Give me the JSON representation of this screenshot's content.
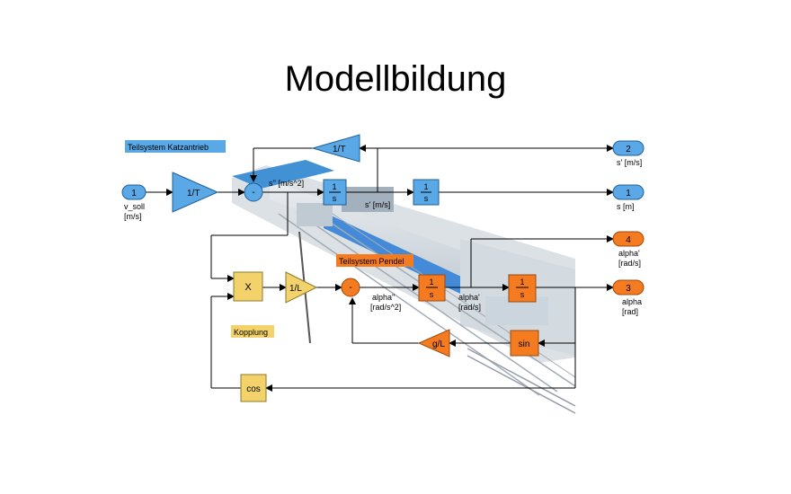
{
  "title": "Modellbildung",
  "colors": {
    "blue": "#5aa9e6",
    "orange": "#f47b20",
    "yellow": "#f3d26b",
    "line": "#000000",
    "label_blue_bg": "#5aa9e6",
    "label_orange_bg": "#f47b20",
    "label_yellow_bg": "#f3d26b"
  },
  "groups": {
    "katzantrieb": "Teilsystem Katzantrieb",
    "pendel": "Teilsystem Pendel",
    "kopplung": "Kopplung"
  },
  "blocks": {
    "in1": "1",
    "gain_1T": "1/T",
    "fb_1T": "1/T",
    "int1_num": "1",
    "int1_den": "s",
    "int2_num": "1",
    "int2_den": "s",
    "mult": "X",
    "gain_1L": "1/L",
    "int3_num": "1",
    "int3_den": "s",
    "int4_num": "1",
    "int4_den": "s",
    "gL": "g/L",
    "sin": "sin",
    "cos": "cos",
    "out2": "2",
    "out1": "1",
    "out4": "4",
    "out3": "3"
  },
  "labels": {
    "v_soll": "v_soll",
    "v_soll_unit": "[m/s]",
    "s_dd": "s'' [m/s^2]",
    "s_d_mid": "s' [m/s]",
    "s_d_out": "s' [m/s]",
    "s_out": "s [m]",
    "alpha_dd": "alpha''",
    "alpha_dd_unit": "[rad/s^2]",
    "alpha_d": "alpha'",
    "alpha_d_unit": "[rad/s]",
    "alpha_d_out": "alpha'",
    "alpha_d_out_unit": "[rad/s]",
    "alpha_out": "alpha",
    "alpha_out_unit": "[rad]",
    "sum_minus": "-",
    "sum2_minus": "-"
  }
}
